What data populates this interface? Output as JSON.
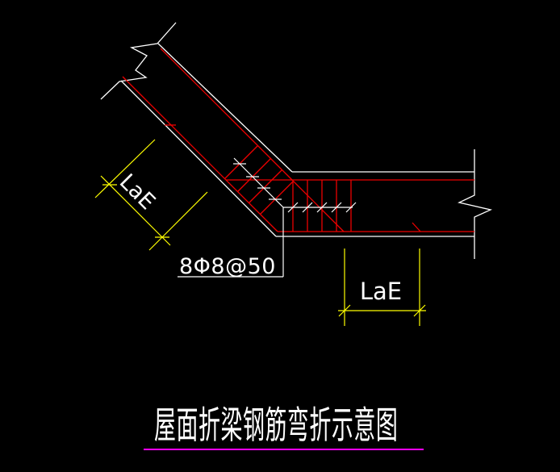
{
  "drawing": {
    "title": "屋面折梁钢筋弯折示意图",
    "stirrup_note": "8Φ8@50",
    "sloped_anchorage_label": "LaE",
    "bottom_anchorage_label": "LaE"
  },
  "colors": {
    "background": "#000000",
    "beam_outline": "#FFFFFF",
    "rebar": "#EE0000",
    "dimension": "#FFFF00",
    "annotation_text": "#FFFFFF",
    "title_rule": "#FF00FF"
  }
}
